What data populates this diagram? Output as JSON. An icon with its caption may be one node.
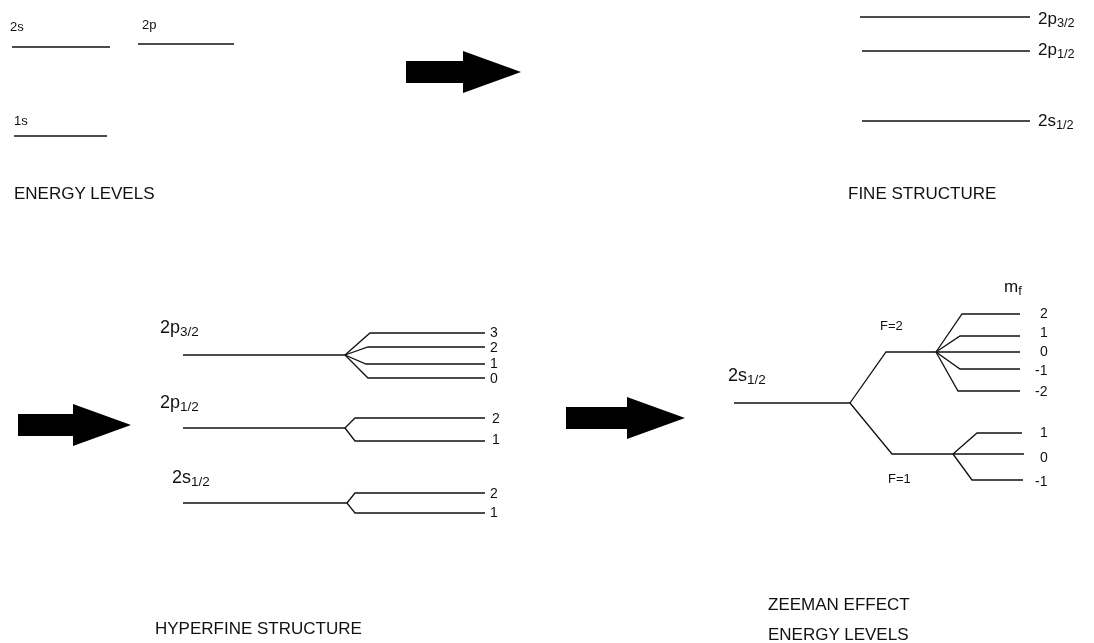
{
  "diagram": {
    "labels": [
      "2s",
      "2p",
      "1s",
      "ENERGY LEVELS",
      "2p$_{3/2}$",
      "2p$_{1/2}$",
      "2s$_{1/2}$",
      "FINE STRUCTURE",
      "2p$_{3/2}$",
      "3",
      "2",
      "1",
      "0",
      "2p$_{1/2}$",
      "2",
      "1",
      "2s$_{1/2}$",
      "2",
      "1",
      "HYPERFINE STRUCTURE",
      "m$_{f}$",
      "F=2",
      "2",
      "1",
      "0",
      "-1",
      "-2",
      "2s$_{1/2}$",
      "1",
      "0",
      "-1",
      "F=1",
      "ZEEMAN EFFECT ENERGY LEVELS"
    ]
  }
}
